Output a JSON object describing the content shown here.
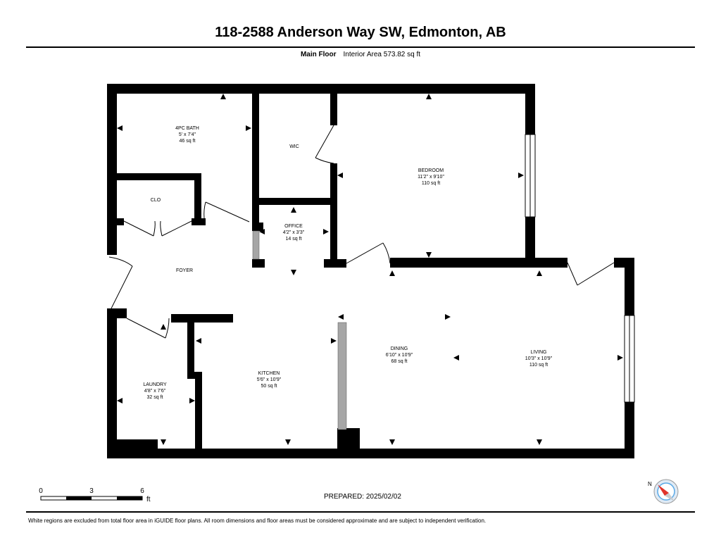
{
  "header": {
    "title": "118-2588 Anderson Way SW, Edmonton, AB",
    "floor_label": "Main Floor",
    "area_text": "Interior Area 573.82 sq ft"
  },
  "rooms": {
    "bath": {
      "name": "4PC BATH",
      "dims": "5' x 7'4\"",
      "area": "46 sq ft"
    },
    "wic": {
      "name": "WIC"
    },
    "bedroom": {
      "name": "BEDROOM",
      "dims": "11'2\" x 9'10\"",
      "area": "110 sq ft"
    },
    "clo": {
      "name": "CLO"
    },
    "office": {
      "name": "OFFICE",
      "dims": "4'2\" x 3'3\"",
      "area": "14 sq ft"
    },
    "foyer": {
      "name": "FOYER"
    },
    "dining": {
      "name": "DINING",
      "dims": "6'10\" x 10'9\"",
      "area": "68 sq ft"
    },
    "living": {
      "name": "LIVING",
      "dims": "10'3\" x 10'9\"",
      "area": "110 sq ft"
    },
    "laundry": {
      "name": "LAUNDRY",
      "dims": "4'8\" x 7'6\"",
      "area": "32 sq ft"
    },
    "kitchen": {
      "name": "KITCHEN",
      "dims": "5'6\" x 10'9\"",
      "area": "50 sq ft"
    }
  },
  "scale": {
    "t0": "0",
    "t1": "3",
    "t2": "6",
    "unit": "ft"
  },
  "prepared": "PREPARED: 2025/02/02",
  "footer": "White regions are excluded from total floor area in iGUIDE floor plans. All room dimensions and floor areas must be considered approximate and are subject to independent verification.",
  "compass": {
    "label": "N",
    "icon": "compass-icon",
    "needle_color": "#e0332b",
    "ring_color": "#5aa9e6"
  },
  "colors": {
    "wall": "#000000",
    "partition": "#a6a6a6"
  }
}
